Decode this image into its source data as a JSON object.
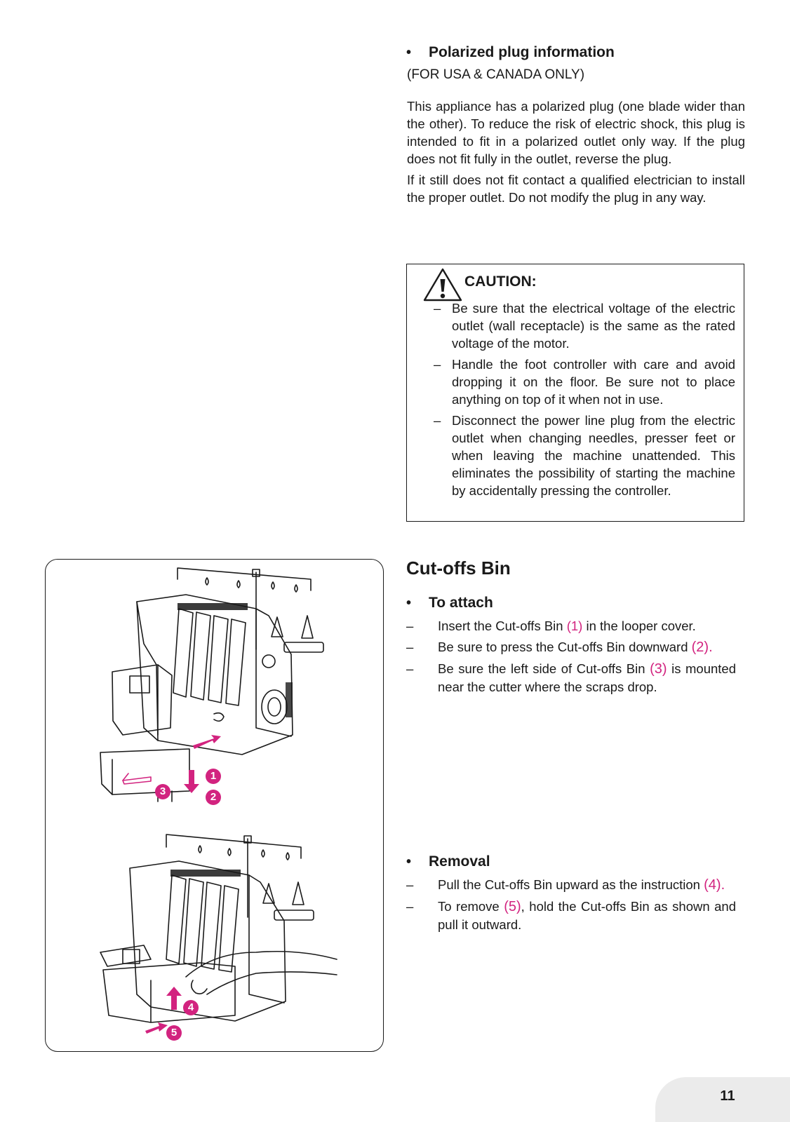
{
  "polarized": {
    "title": "Polarized plug information",
    "subtitle": "(FOR USA & CANADA ONLY)",
    "para1": "This appliance has a polarized plug (one blade wider than the other). To reduce the risk of electric shock, this plug is intended to fit in a polarized outlet only way. If the plug does not fit fully in the outlet, reverse the plug.",
    "para2": "If it still does not fit contact a qualified electrician to install the proper outlet. Do not modify the plug in any way."
  },
  "caution": {
    "title": "CAUTION:",
    "items": [
      "Be sure that the electrical voltage of the electric outlet (wall receptacle) is the same as the rated voltage of the motor.",
      "Handle the foot controller with care and avoid dropping it on the floor. Be sure not to place anything on top of it when not in use.",
      "Disconnect the power line plug from the electric outlet when changing needles, presser feet or when leaving the machine unattended. This eliminates the possibility of starting the machine by accidentally pressing the controller."
    ]
  },
  "cutoffs": {
    "title": "Cut-offs Bin",
    "attach_title": "To attach",
    "attach": [
      {
        "pre": "Insert the Cut-offs Bin ",
        "ref": "(1)",
        "post": " in the looper cover."
      },
      {
        "pre": "Be sure to press the Cut-offs Bin downward ",
        "ref": "(2)",
        "post": "."
      },
      {
        "pre": "Be sure the left side of Cut-offs Bin ",
        "ref": "(3)",
        "post": " is mounted near the cutter where the scraps drop."
      }
    ],
    "removal_title": "Removal",
    "removal": [
      {
        "pre": "Pull the Cut-offs Bin upward as the instruction ",
        "ref": "(4)",
        "post": "."
      },
      {
        "pre": "To remove ",
        "ref": "(5)",
        "post": ", hold the Cut-offs Bin as shown and pull it outward."
      }
    ]
  },
  "illustration": {
    "callouts": [
      "1",
      "2",
      "3",
      "4",
      "5"
    ],
    "accent_color": "#d2237f"
  },
  "dash": "–",
  "bullet": "•",
  "page_number": "11"
}
